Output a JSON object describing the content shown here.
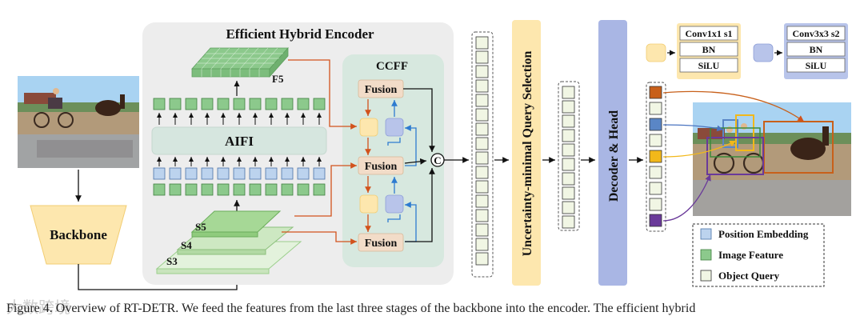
{
  "figure": {
    "encoder_title": "Efficient Hybrid Encoder",
    "ccff_label": "CCFF",
    "f5_label": "F5",
    "aifi_label": "AIFI",
    "stage_labels": [
      "S5",
      "S4",
      "S3"
    ],
    "fusion_label": "Fusion",
    "concat_symbol": "C",
    "backbone_label": "Backbone",
    "query_selection_label": "Uncertainty-minimal Query Selection",
    "decoder_label": "Decoder & Head",
    "conv1_block": [
      "Conv1x1 s1",
      "BN",
      "SiLU"
    ],
    "conv3_block": [
      "Conv3x3 s2",
      "BN",
      "SiLU"
    ],
    "legend": [
      "Position Embedding",
      "Image Feature",
      "Object Query"
    ],
    "query_colors": [
      "#c8601a",
      "#5a86c6",
      "#f2b81a",
      "#6a3a9a"
    ],
    "colors": {
      "encoder_bg": "#ededed",
      "ccff_bg": "#d7e8df",
      "aifi_bg": "#d6e6df",
      "feature_green": "#8cc98c",
      "position_blue": "#bcd3ee",
      "fusion_box": "#f2dcc8",
      "orange_arrow": "#d2521c",
      "blue_arrow": "#2e7bd0",
      "query_sel": "#fde7ae",
      "decoder": "#a9b6e4",
      "backbone": "#fde7ae"
    }
  },
  "caption": "Figure 4. Overview of RT-DETR. We feed the features from the last three stages of the backbone into the encoder. The efficient hybrid",
  "watermark": "大数跨境"
}
